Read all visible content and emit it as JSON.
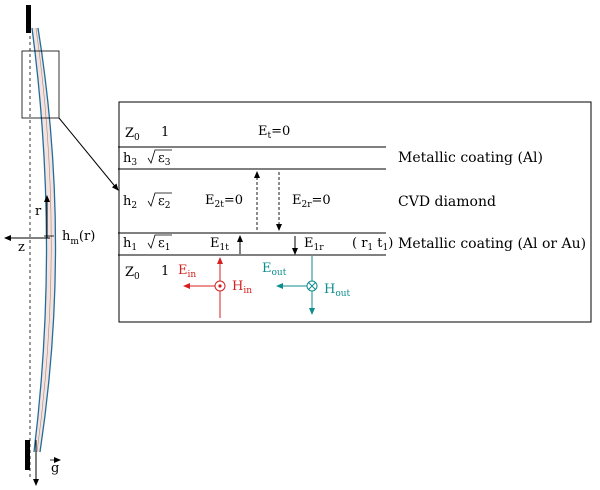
{
  "colors": {
    "mirror_fill": "#f6e3df",
    "mirror_edge": "#1f6f9e",
    "incident": "#d42020",
    "outgoing": "#0e8d8d",
    "black": "#000000"
  },
  "left_panel": {
    "r_label": "r",
    "z_label": "z",
    "h_label": "h",
    "h_sub": "m",
    "h_arg": "(r)",
    "g_label": "g"
  },
  "inset": {
    "rows": {
      "z0_top": {
        "name": "Z",
        "sub": "0",
        "value": "1"
      },
      "h3": {
        "name": "h",
        "sub": "3",
        "eps_sub": "3"
      },
      "h2": {
        "name": "h",
        "sub": "2",
        "eps_sub": "2"
      },
      "h1": {
        "name": "h",
        "sub": "1",
        "eps_sub": "1"
      },
      "z0_bottom": {
        "name": "Z",
        "sub": "0",
        "value": "1"
      }
    },
    "eps_symbol": "ε",
    "fields": {
      "et": {
        "name": "E",
        "sub": "t",
        "rest": "=0"
      },
      "e2t": {
        "name": "E",
        "sub": "2t",
        "rest": "=0"
      },
      "e2r": {
        "name": "E",
        "sub": "2r",
        "rest": "=0"
      },
      "e1t": {
        "name": "E",
        "sub": "1t"
      },
      "e1r": {
        "name": "E",
        "sub": "1r"
      },
      "r1t1": "( r",
      "r1t1_sub1": "1",
      "r1t1_mid": " t",
      "r1t1_sub2": "1",
      "r1t1_end": ")",
      "ein": {
        "name": "E",
        "sub": "in"
      },
      "hin": {
        "name": "H",
        "sub": "in"
      },
      "eout": {
        "name": "E",
        "sub": "out"
      },
      "hout": {
        "name": "H",
        "sub": "out"
      }
    },
    "layer_labels": {
      "top": "Metallic coating (Al)",
      "middle": "CVD diamond",
      "bottom": "Metallic coating (Al or Au)"
    }
  }
}
